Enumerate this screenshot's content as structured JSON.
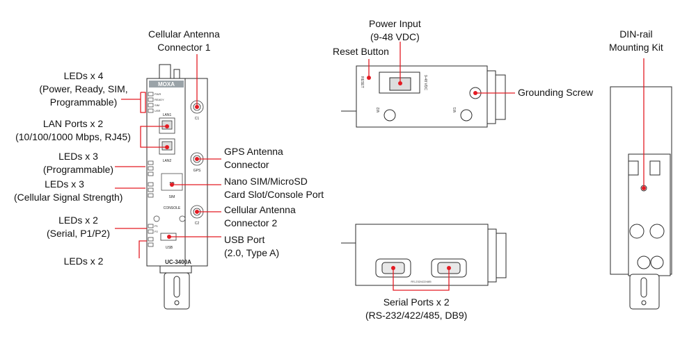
{
  "callouts": {
    "cell_ant1": {
      "line1": "Cellular Antenna",
      "line2": "Connector 1"
    },
    "leds4": {
      "line1": "LEDs x 4",
      "line2": "(Power, Ready, SIM,",
      "line3": "Programmable)"
    },
    "lan": {
      "line1": "LAN Ports x 2",
      "line2": "(10/100/1000 Mbps, RJ45)"
    },
    "leds3_prog": {
      "line1": "LEDs x 3",
      "line2": "(Programmable)"
    },
    "leds3_cell": {
      "line1": "LEDs x 3",
      "line2": "(Cellular Signal Strength)"
    },
    "leds2_serial": {
      "line1": "LEDs x 2",
      "line2": "(Serial, P1/P2)"
    },
    "leds2": {
      "line1": "LEDs x 2"
    },
    "gps": {
      "line1": "GPS Antenna",
      "line2": "Connector"
    },
    "sim": {
      "line1": "Nano SIM/MicroSD",
      "line2": "Card Slot/Console Port"
    },
    "cell_ant2": {
      "line1": "Cellular Antenna",
      "line2": "Connector 2"
    },
    "usb": {
      "line1": "USB Port",
      "line2": "(2.0, Type A)"
    },
    "power": {
      "line1": "Power Input",
      "line2": "(9-48 VDC)"
    },
    "reset": {
      "line1": "Reset Button"
    },
    "ground": {
      "line1": "Grounding Screw"
    },
    "din": {
      "line1": "DIN-rail",
      "line2": "Mounting Kit"
    },
    "serial": {
      "line1": "Serial Ports x 2",
      "line2": "(RS-232/422/485, DB9)"
    }
  },
  "device": {
    "brand": "MOXA",
    "model": "UC-3400A",
    "port_labels": {
      "lan1": "LAN1",
      "lan2": "LAN2",
      "c1": "C1",
      "c2": "C2",
      "gps": "GPS",
      "sd": "SD",
      "sim": "SIM",
      "console": "CONSOLE",
      "usb": "USB",
      "pwr": "PWR",
      "ready": "READY",
      "sim_led": "SIM",
      "user": "USR",
      "p1": "P1",
      "p2": "P2",
      "rs": "RS-232/422/485",
      "w1": "W1",
      "w2": "W2",
      "reset": "RESET",
      "vin": "9-48 VDC"
    }
  },
  "colors": {
    "accent": "#e31b23",
    "line": "#e31b23",
    "outline": "#2a2a2a"
  }
}
